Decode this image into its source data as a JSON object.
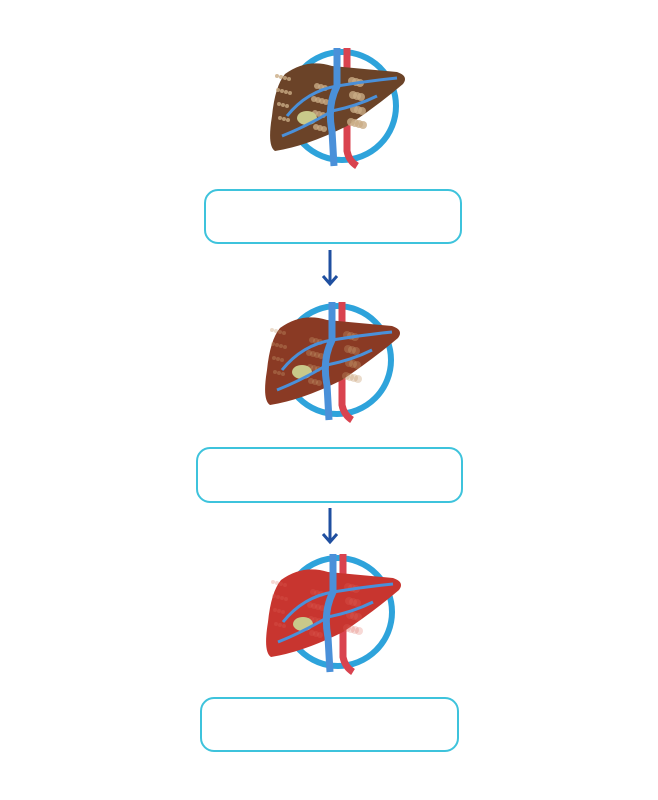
{
  "title": "",
  "colors": {
    "ring": "#2ea3db",
    "box_border": "#3ec3dc",
    "arrow": "#1f4fa0",
    "vein": "#4a90d9",
    "artery": "#d9434f"
  },
  "stages": [
    {
      "name": "fatty-liver",
      "liver_color": "#6b4328",
      "spot_color": "#c9ab85",
      "box_text": ""
    },
    {
      "name": "recovering-liver",
      "liver_color": "#8a3a24",
      "spot_color": "#c79a6c",
      "box_text": ""
    },
    {
      "name": "healthy-liver",
      "liver_color": "#c8352f",
      "spot_color": "#e0675b",
      "box_text": ""
    }
  ]
}
